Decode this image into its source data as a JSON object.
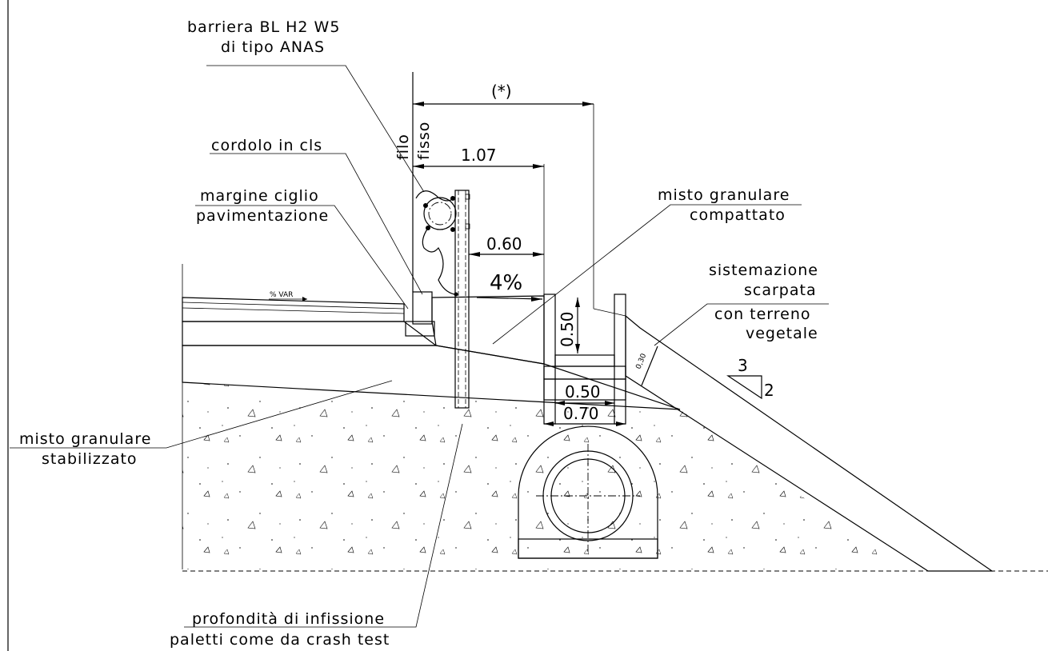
{
  "labels": {
    "barrier_line1": "barriera BL H2 W5",
    "barrier_line2": "di tipo ANAS",
    "curb": "cordolo in cls",
    "edge_line1": "margine ciglio",
    "edge_line2": "pavimentazione",
    "filo_fisso_line1": "filo",
    "filo_fisso_line2": "fisso",
    "compacted_line1": "misto granulare",
    "compacted_line2": "compattato",
    "slope_line1": "sistemazione",
    "slope_line2": "scarpata",
    "slope_line3": "con terreno",
    "slope_line4": "vegetale",
    "stabilized_line1": "misto granulare",
    "stabilized_line2": "stabilizzato",
    "depth_line1": "profondità di infissione",
    "depth_line2": "paletti come da crash test",
    "var_slope": "% VAR"
  },
  "dimensions": {
    "star": "(*)",
    "width_107": "1.07",
    "width_060": "0.60",
    "slope_pct": "4%",
    "ditch_depth": "0.50",
    "ditch_inner": "0.50",
    "ditch_outer": "0.70",
    "topsoil_thickness": "0,30",
    "slope_ratio_h": "3",
    "slope_ratio_v": "2"
  }
}
